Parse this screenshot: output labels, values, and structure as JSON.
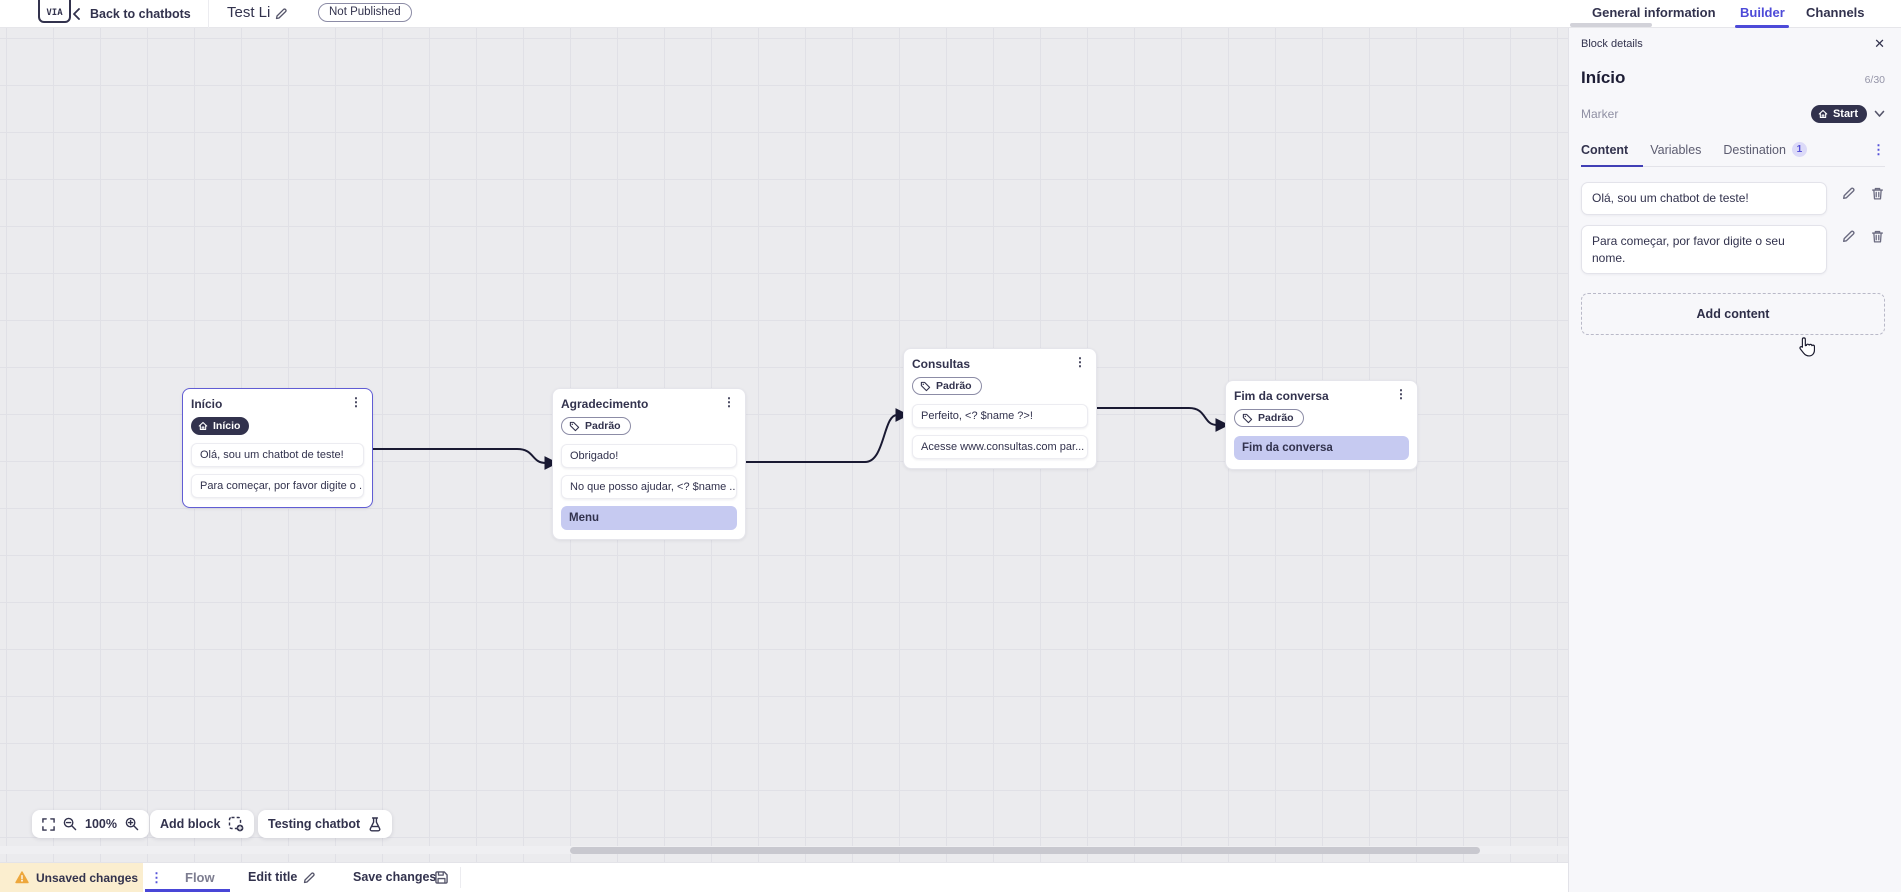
{
  "topbar": {
    "back_label": "Back to chatbots",
    "title": "Test Li",
    "status_badge": "Not Published",
    "tabs": [
      {
        "label": "General information",
        "active": false
      },
      {
        "label": "Builder",
        "active": true
      },
      {
        "label": "Channels",
        "active": false
      }
    ]
  },
  "glyphs": {
    "kebab": "⋮",
    "close": "✕",
    "logo_text": "VIA"
  },
  "panel": {
    "header": "Block details",
    "block_title": "Início",
    "counter": "6/30",
    "marker_label": "Marker",
    "marker_value": "Start",
    "tabs": [
      {
        "label": "Content",
        "active": true
      },
      {
        "label": "Variables",
        "active": false
      },
      {
        "label": "Destination",
        "badge": "1",
        "active": false
      }
    ],
    "contents": [
      "Olá, sou um chatbot de teste!",
      "Para começar, por favor digite o seu nome."
    ],
    "add_content_label": "Add content"
  },
  "canvas": {
    "blocks": [
      {
        "title": "Início",
        "badge": "Início",
        "selected": true,
        "cards": [
          "Olá, sou um chatbot de teste!",
          "Para começar, por favor digite o ..."
        ]
      },
      {
        "title": "Agradecimento",
        "badge": "Padrão",
        "cards": [
          "Obrigado!",
          "No que posso ajudar, <? $name ..."
        ],
        "button": "Menu"
      },
      {
        "title": "Consultas",
        "badge": "Padrão",
        "cards": [
          "Perfeito, <? $name ?>!",
          "Acesse www.consultas.com par..."
        ]
      },
      {
        "title": "Fim da conversa",
        "badge": "Padrão",
        "cards": [],
        "button": "Fim da conversa"
      }
    ],
    "toolbar": {
      "zoom_level": "100%",
      "add_block_label": "Add block",
      "testing_label": "Testing chatbot"
    }
  },
  "bottombar": {
    "unsaved_label": "Unsaved changes",
    "flow_tab": "Flow",
    "edit_title_label": "Edit title",
    "save_label": "Save changes"
  },
  "colors": {
    "accent_indigo": "#4d4ad8",
    "dark_navy": "#32324d",
    "menu_button_bg": "#c6caf1",
    "unsaved_bg": "#fbeecf",
    "warning_orange": "#eda73c",
    "canvas_bg": "#ebebee",
    "panel_bg": "#f7f7fa"
  }
}
